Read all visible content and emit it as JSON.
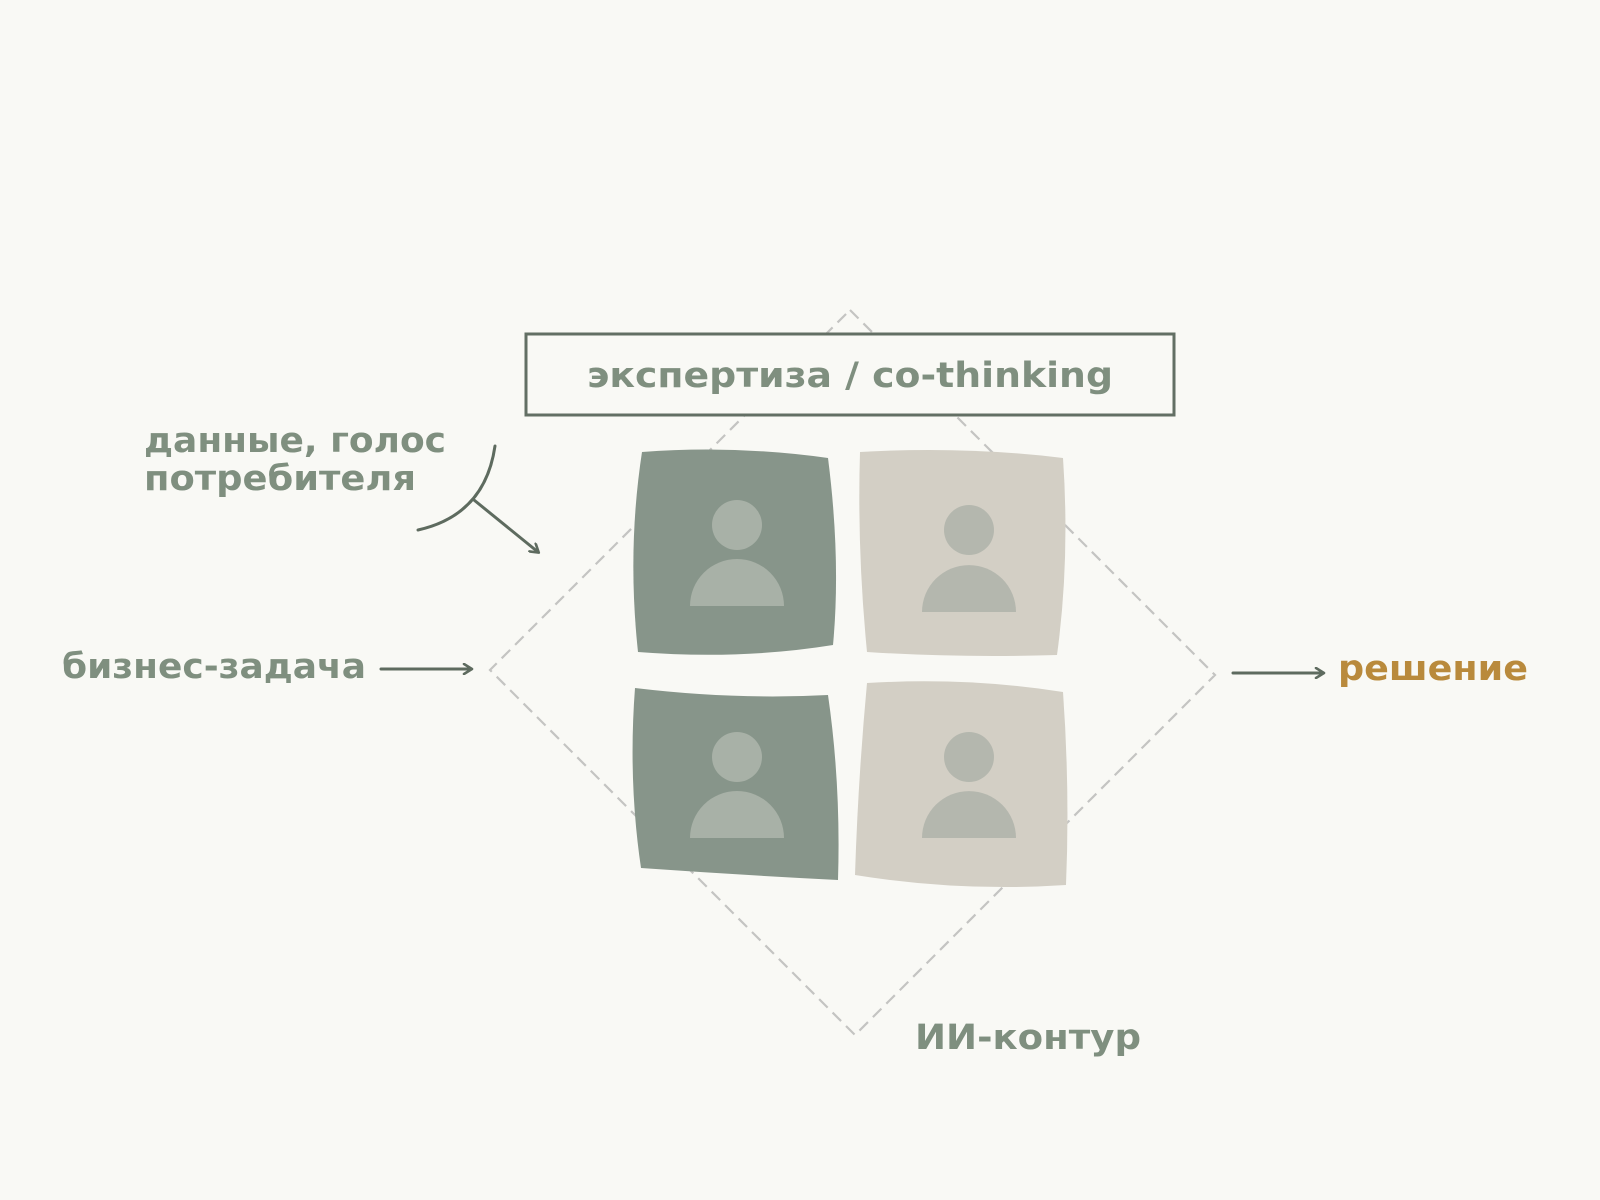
{
  "labels": {
    "top_box": "экспертиза / co-thinking",
    "data_line1": "данные, голос",
    "data_line2": "потребителя",
    "input": "бизнес-задача",
    "output": "решение",
    "loop": "ИИ-контур"
  },
  "tiles": [
    {
      "name": "tile-top-left",
      "tone": "dark"
    },
    {
      "name": "tile-top-right",
      "tone": "light"
    },
    {
      "name": "tile-bottom-left",
      "tone": "dark"
    },
    {
      "name": "tile-bottom-right",
      "tone": "light"
    }
  ],
  "colors": {
    "background": "#f9f9f5",
    "text_green": "#7f8f7f",
    "text_gold": "#b98a3c",
    "arrow": "#5e6b5f",
    "box_border": "#636f64",
    "tile_dark": "#87958a",
    "tile_light": "#d3cfc5",
    "person_on_dark": "#a8b1a7",
    "person_on_light": "#b4b7ae",
    "dashed": "#c4c4c2"
  }
}
